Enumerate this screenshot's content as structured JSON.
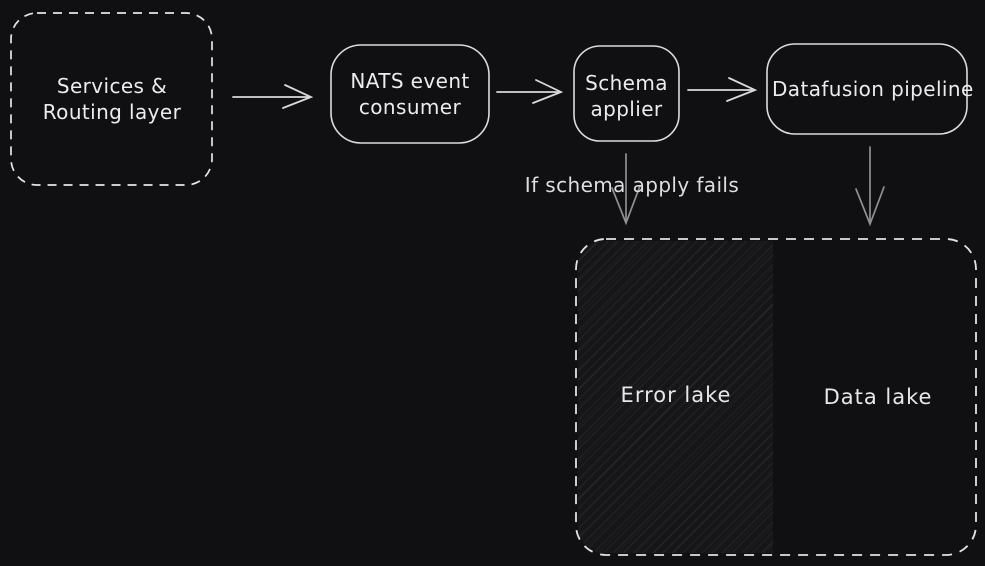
{
  "colors": {
    "canvas_bg": "#101012",
    "shape_stroke": "#e8e8ea",
    "text": "#ececf0",
    "muted_arrow": "#8f8f94",
    "hatch_fill": "#161618"
  },
  "nodes": {
    "services": {
      "label": "Services & Routing layer"
    },
    "nats": {
      "label": "NATS event consumer"
    },
    "schema": {
      "label": "Schema applier"
    },
    "datafusion": {
      "label": "Datafusion pipeline"
    }
  },
  "edges": {
    "schema_fail_note": "If schema apply fails"
  },
  "lakes": {
    "error": {
      "label": "Error lake"
    },
    "data": {
      "label": "Data lake"
    }
  }
}
